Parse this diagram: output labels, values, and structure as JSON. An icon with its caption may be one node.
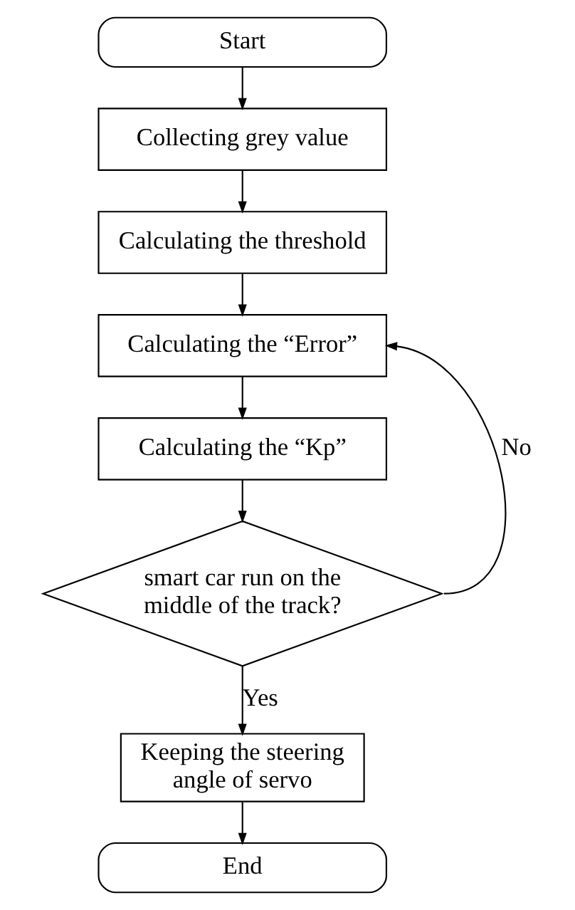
{
  "diagram": {
    "nodes": [
      {
        "text": [
          "Start"
        ]
      },
      {
        "text": [
          "Collecting grey value"
        ]
      },
      {
        "text": [
          "Calculating the threshold"
        ]
      },
      {
        "text": [
          "Calculating the “Error”"
        ]
      },
      {
        "text": [
          "Calculating the “Kp”"
        ]
      },
      {
        "text": [
          "smart car run on the middle of the track?"
        ]
      },
      {
        "text": [
          "Keeping the steering angle of servo"
        ]
      },
      {
        "text": [
          "End"
        ]
      }
    ],
    "edges": [
      {
        "from": 0,
        "to": 1,
        "arrow": "to"
      },
      {
        "from": 1,
        "to": 2,
        "arrow": "to"
      },
      {
        "from": 2,
        "to": 3,
        "arrow": "to"
      },
      {
        "from": 3,
        "to": 4,
        "arrow": "to"
      },
      {
        "from": 4,
        "to": 5,
        "arrow": "to"
      },
      {
        "from": 5,
        "to": 3,
        "arrow": "to",
        "label": "No"
      },
      {
        "from": 5,
        "to": 6,
        "arrow": "to",
        "label": "Yes"
      },
      {
        "from": 6,
        "to": 7,
        "arrow": "to"
      }
    ]
  }
}
